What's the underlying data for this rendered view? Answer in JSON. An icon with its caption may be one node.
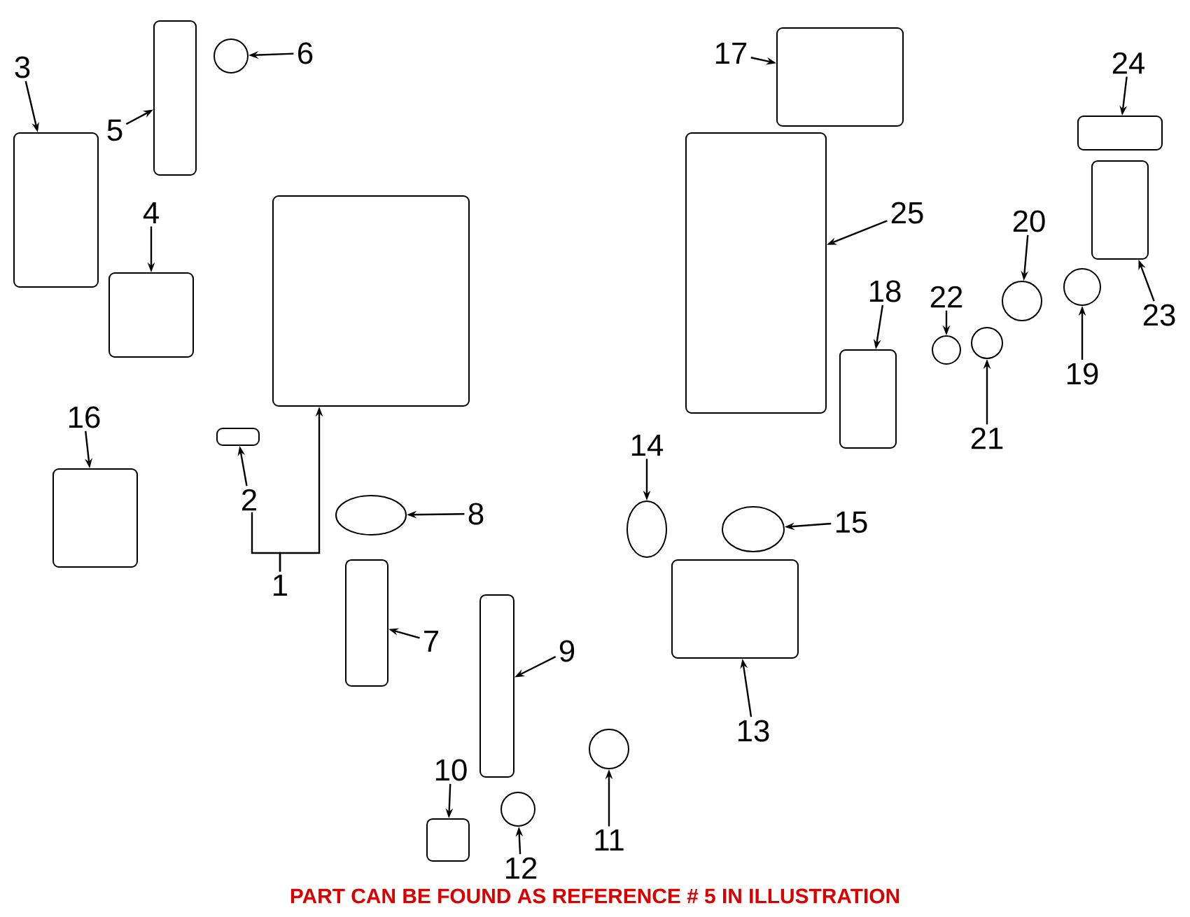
{
  "diagram": {
    "nodes": [
      {
        "text": [
          "1"
        ]
      },
      {
        "text": [
          "2"
        ]
      },
      {
        "text": [
          "3"
        ]
      },
      {
        "text": [
          "4"
        ]
      },
      {
        "text": [
          "5"
        ]
      },
      {
        "text": [
          "6"
        ]
      },
      {
        "text": [
          "7"
        ]
      },
      {
        "text": [
          "8"
        ]
      },
      {
        "text": [
          "9"
        ]
      },
      {
        "text": [
          "10"
        ]
      },
      {
        "text": [
          "11"
        ]
      },
      {
        "text": [
          "12"
        ]
      },
      {
        "text": [
          "13"
        ]
      },
      {
        "text": [
          "14"
        ]
      },
      {
        "text": [
          "15"
        ]
      },
      {
        "text": [
          "16"
        ]
      },
      {
        "text": [
          "17"
        ]
      },
      {
        "text": [
          "18"
        ]
      },
      {
        "text": [
          "19"
        ]
      },
      {
        "text": [
          "20"
        ]
      },
      {
        "text": [
          "21"
        ]
      },
      {
        "text": [
          "22"
        ]
      },
      {
        "text": [
          "23"
        ]
      },
      {
        "text": [
          "24"
        ]
      },
      {
        "text": [
          "25"
        ]
      },
      {
        "text": [],
        "shape": "box"
      },
      {
        "text": [],
        "shape": "box"
      },
      {
        "text": [],
        "shape": "box"
      },
      {
        "text": [],
        "shape": "box"
      },
      {
        "text": [],
        "shape": "box"
      },
      {
        "text": [],
        "shape": "circle"
      },
      {
        "text": [],
        "shape": "box"
      },
      {
        "text": [],
        "shape": "circle"
      },
      {
        "text": [],
        "shape": "box"
      },
      {
        "text": [],
        "shape": "box"
      },
      {
        "text": [],
        "shape": "circle"
      },
      {
        "text": [],
        "shape": "circle"
      },
      {
        "text": [],
        "shape": "box"
      },
      {
        "text": [],
        "shape": "circle"
      },
      {
        "text": [],
        "shape": "circle"
      },
      {
        "text": [],
        "shape": "box"
      },
      {
        "text": [],
        "shape": "box"
      },
      {
        "text": [],
        "shape": "box"
      },
      {
        "text": [],
        "shape": "circle"
      },
      {
        "text": [],
        "shape": "circle"
      },
      {
        "text": [],
        "shape": "circle"
      },
      {
        "text": [],
        "shape": "circle"
      },
      {
        "text": [],
        "shape": "box"
      },
      {
        "text": [],
        "shape": "box"
      },
      {
        "text": [],
        "shape": "box"
      }
    ],
    "edges": [
      {
        "from": 0,
        "to": 25,
        "arrow": "to"
      },
      {
        "from": 1,
        "to": 26,
        "arrow": "to"
      },
      {
        "from": 2,
        "to": 27,
        "arrow": "to"
      },
      {
        "from": 3,
        "to": 28,
        "arrow": "to"
      },
      {
        "from": 4,
        "to": 29,
        "arrow": "to"
      },
      {
        "from": 5,
        "to": 30,
        "arrow": "to"
      },
      {
        "from": 6,
        "to": 31,
        "arrow": "to"
      },
      {
        "from": 7,
        "to": 32,
        "arrow": "to"
      },
      {
        "from": 8,
        "to": 33,
        "arrow": "to"
      },
      {
        "from": 9,
        "to": 34,
        "arrow": "to"
      },
      {
        "from": 10,
        "to": 35,
        "arrow": "to"
      },
      {
        "from": 11,
        "to": 36,
        "arrow": "to"
      },
      {
        "from": 12,
        "to": 37,
        "arrow": "to"
      },
      {
        "from": 13,
        "to": 38,
        "arrow": "to"
      },
      {
        "from": 14,
        "to": 39,
        "arrow": "to"
      },
      {
        "from": 15,
        "to": 40,
        "arrow": "to"
      },
      {
        "from": 16,
        "to": 41,
        "arrow": "to"
      },
      {
        "from": 17,
        "to": 42,
        "arrow": "to"
      },
      {
        "from": 18,
        "to": 43,
        "arrow": "to"
      },
      {
        "from": 19,
        "to": 44,
        "arrow": "to"
      },
      {
        "from": 20,
        "to": 45,
        "arrow": "to"
      },
      {
        "from": 21,
        "to": 46,
        "arrow": "to"
      },
      {
        "from": 22,
        "to": 47,
        "arrow": "to"
      },
      {
        "from": 23,
        "to": 48,
        "arrow": "to"
      },
      {
        "from": 24,
        "to": 49,
        "arrow": "to"
      },
      {
        "from": 0,
        "to": 1,
        "arrow": "none"
      }
    ],
    "labels": [
      "PART CAN BE FOUND AS REFERENCE # 5 IN ILLUSTRATION"
    ]
  }
}
